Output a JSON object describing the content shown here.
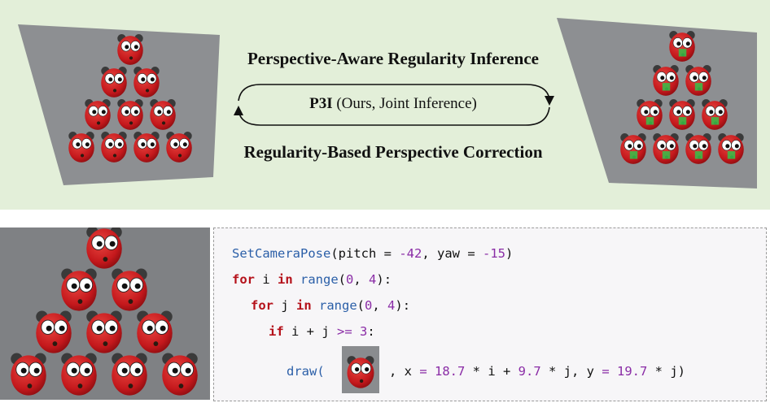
{
  "top": {
    "title_upper": "Perspective-Aware Regularity Inference",
    "title_middle_bold": "P3I",
    "title_middle_rest": " (Ours, Joint Inference)",
    "title_lower": "Regularity-Based Perspective Correction"
  },
  "code": {
    "line1": {
      "fn": "SetCameraPose",
      "a": "(pitch = ",
      "v1": "-42",
      "b": ", yaw = ",
      "v2": "-15",
      "c": ")"
    },
    "line2": {
      "kw1": "for",
      "a": " i ",
      "kw2": "in",
      "fn": " range",
      "b": "(",
      "v1": "0",
      "c": ", ",
      "v2": "4",
      "d": "):"
    },
    "line3": {
      "kw1": "for",
      "a": " j ",
      "kw2": "in",
      "fn": " range",
      "b": "(",
      "v1": "0",
      "c": ", ",
      "v2": "4",
      "d": "):"
    },
    "line4": {
      "kw1": "if",
      "a": " i + j ",
      "op": ">=",
      "b": " ",
      "v1": "3",
      "c": ":"
    },
    "line5": {
      "fn": "draw(",
      "a": ", x ",
      "op1": "=",
      "b": " ",
      "v1": "18.7",
      "c": " * i + ",
      "v2": "9.7",
      "d": " * j, y ",
      "op2": "=",
      "e": " ",
      "v3": "19.7",
      "f": " * j)"
    }
  },
  "colors": {
    "top_bg": "#e3efd9",
    "keyword": "#b5121b",
    "function": "#2b5fa8",
    "number": "#8a2ca6",
    "marker": "#35c24a"
  }
}
